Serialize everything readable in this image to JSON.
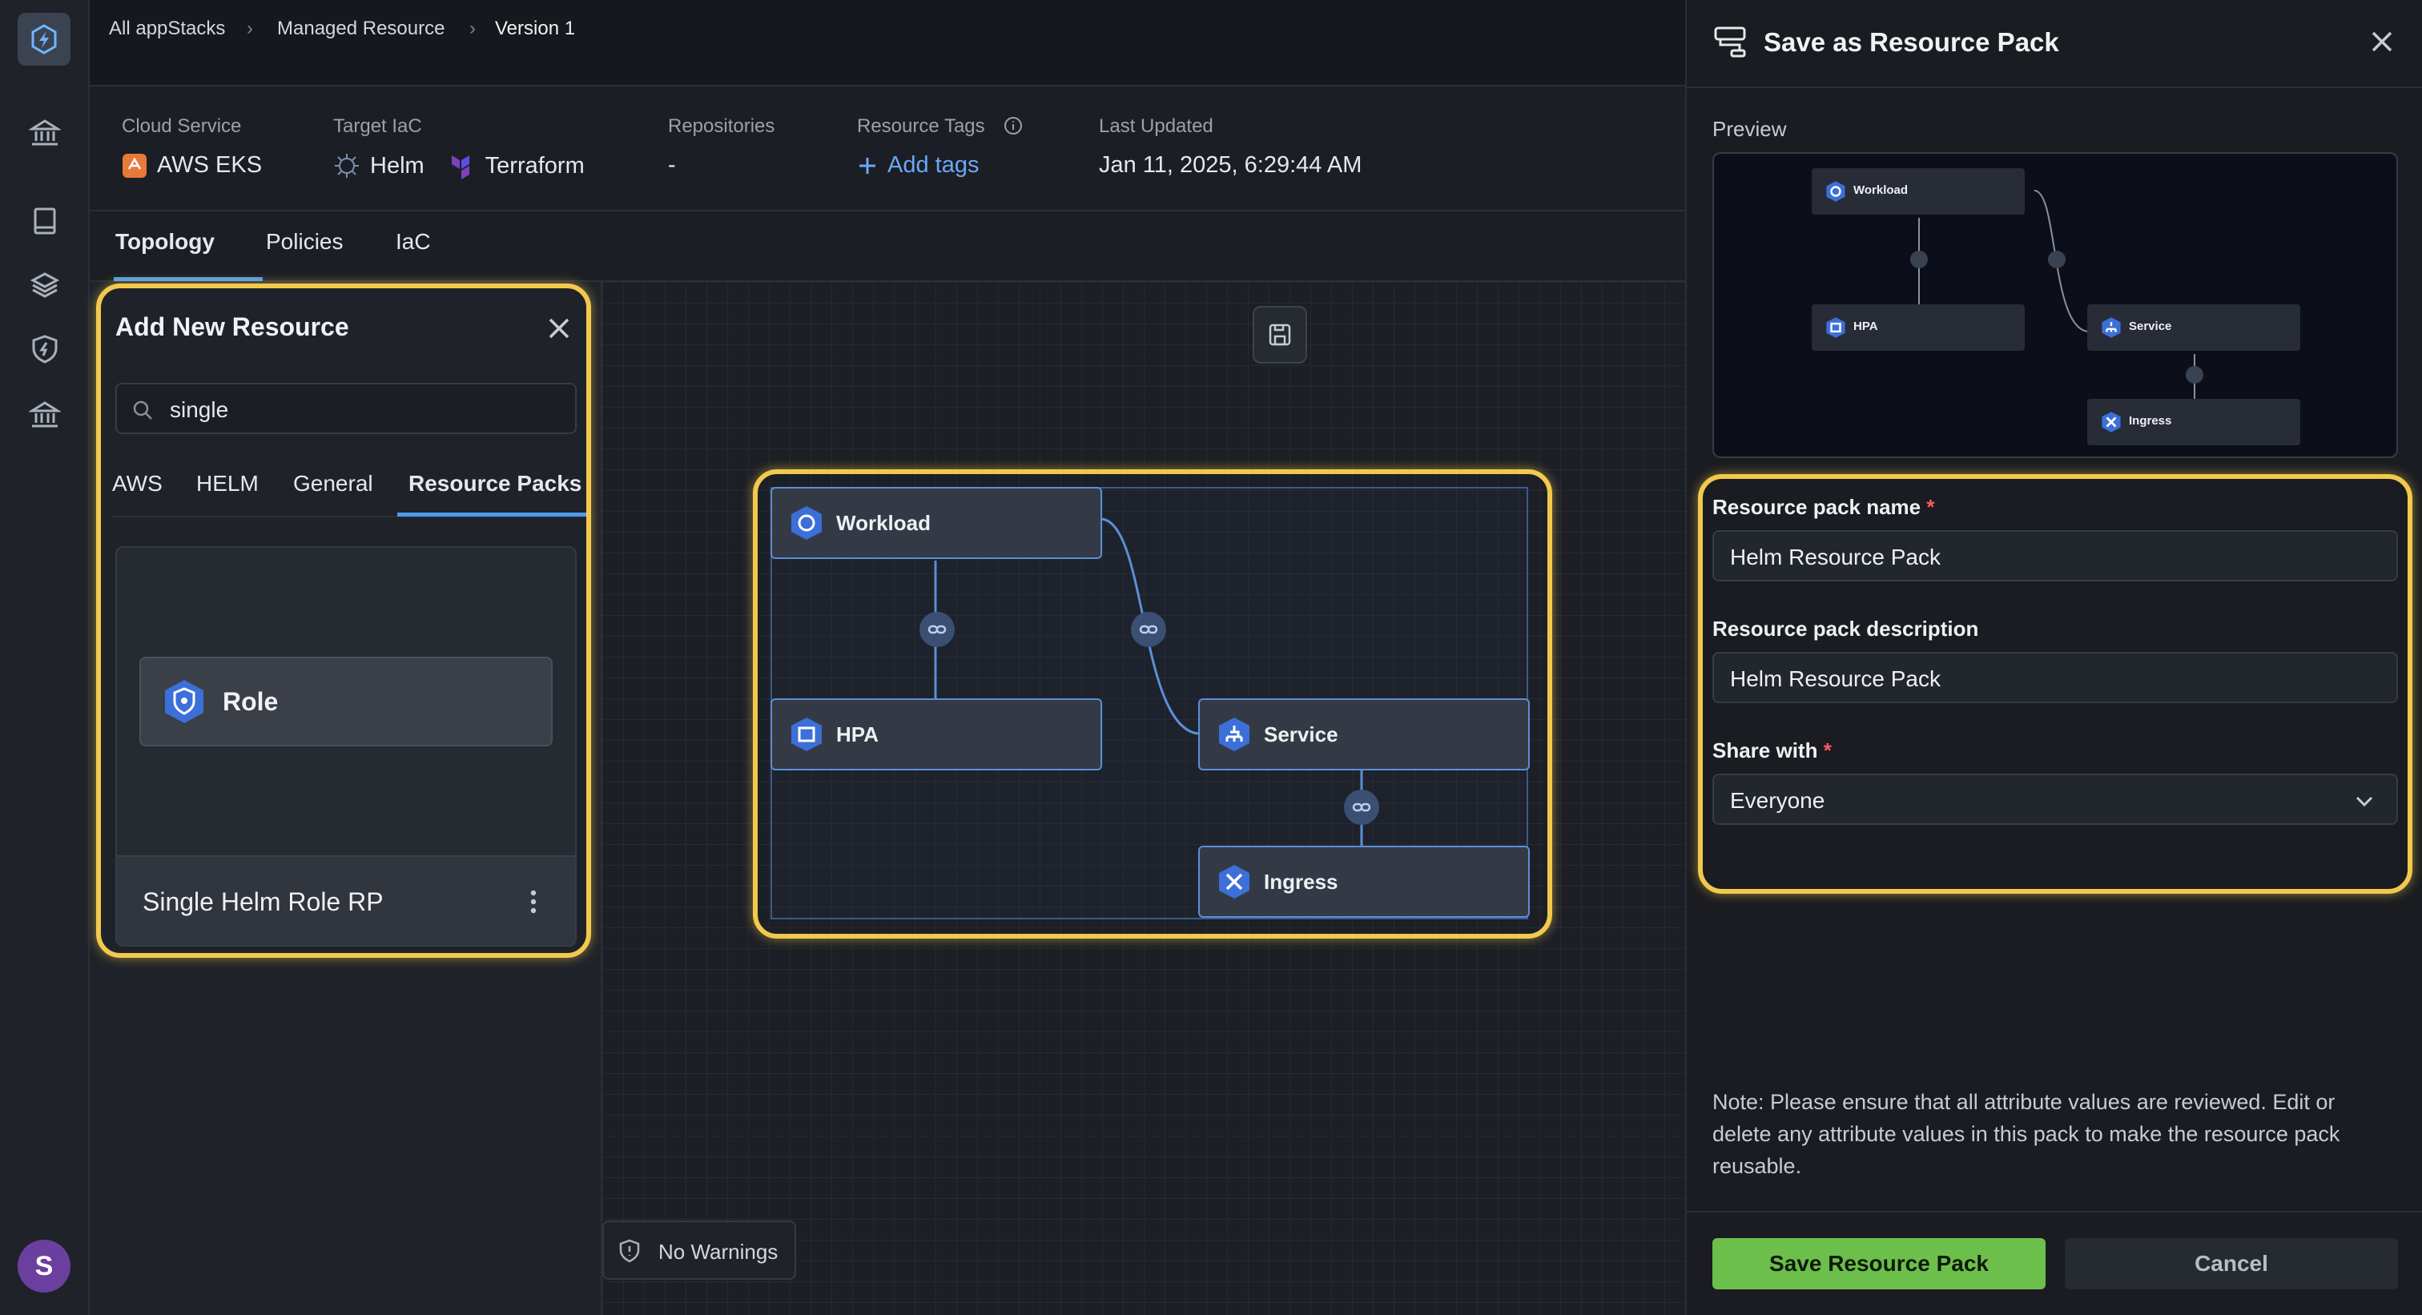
{
  "breadcrumb": [
    "All appStacks",
    "Managed Resource",
    "Version 1"
  ],
  "info": {
    "cloud_service_label": "Cloud Service",
    "cloud_service_value": "AWS EKS",
    "target_iac_label": "Target IaC",
    "target_iac_values": [
      "Helm",
      "Terraform"
    ],
    "repositories_label": "Repositories",
    "repositories_value": "-",
    "resource_tags_label": "Resource Tags",
    "add_tags_label": "Add tags",
    "last_updated_label": "Last Updated",
    "last_updated_value": "Jan 11, 2025, 6:29:44 AM"
  },
  "tabs": [
    "Topology",
    "Policies",
    "IaC"
  ],
  "add_panel": {
    "title": "Add New Resource",
    "search_value": "single",
    "tabs": [
      "AWS",
      "HELM",
      "General",
      "Resource Packs"
    ],
    "active_tab": "Resource Packs",
    "card_node_label": "Role",
    "card_name": "Single Helm Role RP"
  },
  "diagram": {
    "nodes": [
      "Workload",
      "HPA",
      "Service",
      "Ingress"
    ]
  },
  "warnings_label": "No Warnings",
  "drawer": {
    "title": "Save as Resource Pack",
    "preview_label": "Preview",
    "preview_nodes": [
      "Workload",
      "HPA",
      "Service",
      "Ingress"
    ],
    "name_label": "Resource pack name",
    "name_value": "Helm Resource Pack",
    "description_label": "Resource pack description",
    "description_value": "Helm Resource Pack",
    "share_label": "Share with",
    "share_value": "Everyone",
    "required_marker": "*",
    "note": "Note: Please ensure that all attribute values are reviewed. Edit or delete any attribute values in this pack to make the resource pack reusable.",
    "save_label": "Save Resource Pack",
    "cancel_label": "Cancel"
  },
  "colors": {
    "accent_blue": "#4d9cf0",
    "highlight": "#f2c94c",
    "save_green": "#6dbf4b",
    "avatar_purple": "#6b3fa0"
  },
  "avatar_initial": "S",
  "icons": [
    "app-logo-icon",
    "bank-icon",
    "book-icon",
    "layers-icon",
    "shield-icon",
    "bank-icon",
    "aws-icon",
    "helm-icon",
    "terraform-icon",
    "plus-icon",
    "info-icon",
    "close-icon",
    "search-icon",
    "kebab-menu-icon",
    "kubernetes-icon",
    "link-icon",
    "save-icon",
    "resource-pack-icon",
    "chevron-down-icon"
  ]
}
